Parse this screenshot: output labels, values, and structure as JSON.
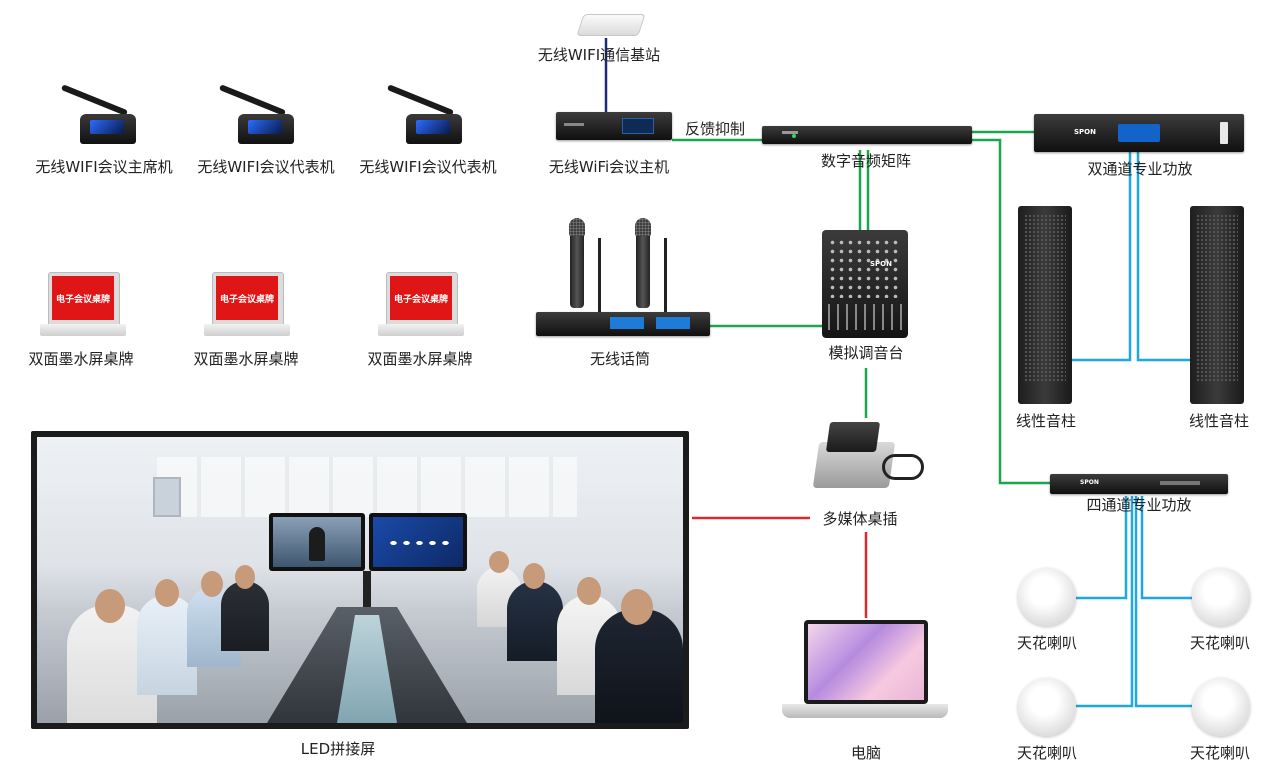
{
  "labels": {
    "wifi_base_station": "无线WIFI通信基站",
    "wifi_chairman": "无线WIFI会议主席机",
    "wifi_delegate_1": "无线WIFI会议代表机",
    "wifi_delegate_2": "无线WIFI会议代表机",
    "wifi_host": "无线WiFi会议主机",
    "feedback_suppressor": "反馈抑制",
    "digital_audio_matrix": "数字音频矩阵",
    "dual_amp": "双通道专业功放",
    "eink_sign_1": "双面墨水屏桌牌",
    "eink_sign_2": "双面墨水屏桌牌",
    "eink_sign_3": "双面墨水屏桌牌",
    "wireless_mic": "无线话筒",
    "analog_mixer": "模拟调音台",
    "line_array_left": "线性音柱",
    "line_array_right": "线性音柱",
    "multimedia_socket": "多媒体桌插",
    "quad_amp": "四通道专业功放",
    "led_screen": "LED拼接屏",
    "laptop": "电脑",
    "ceiling_1": "天花喇叭",
    "ceiling_2": "天花喇叭",
    "ceiling_3": "天花喇叭",
    "ceiling_4": "天花喇叭"
  },
  "device_text": {
    "sign_text": "电子会议桌牌",
    "brand": "SPON"
  },
  "colors": {
    "green_link": "#1aa64a",
    "blue_link": "#1ea7e1",
    "red_link": "#d92b2b",
    "navy_link": "#1f2a7a"
  }
}
